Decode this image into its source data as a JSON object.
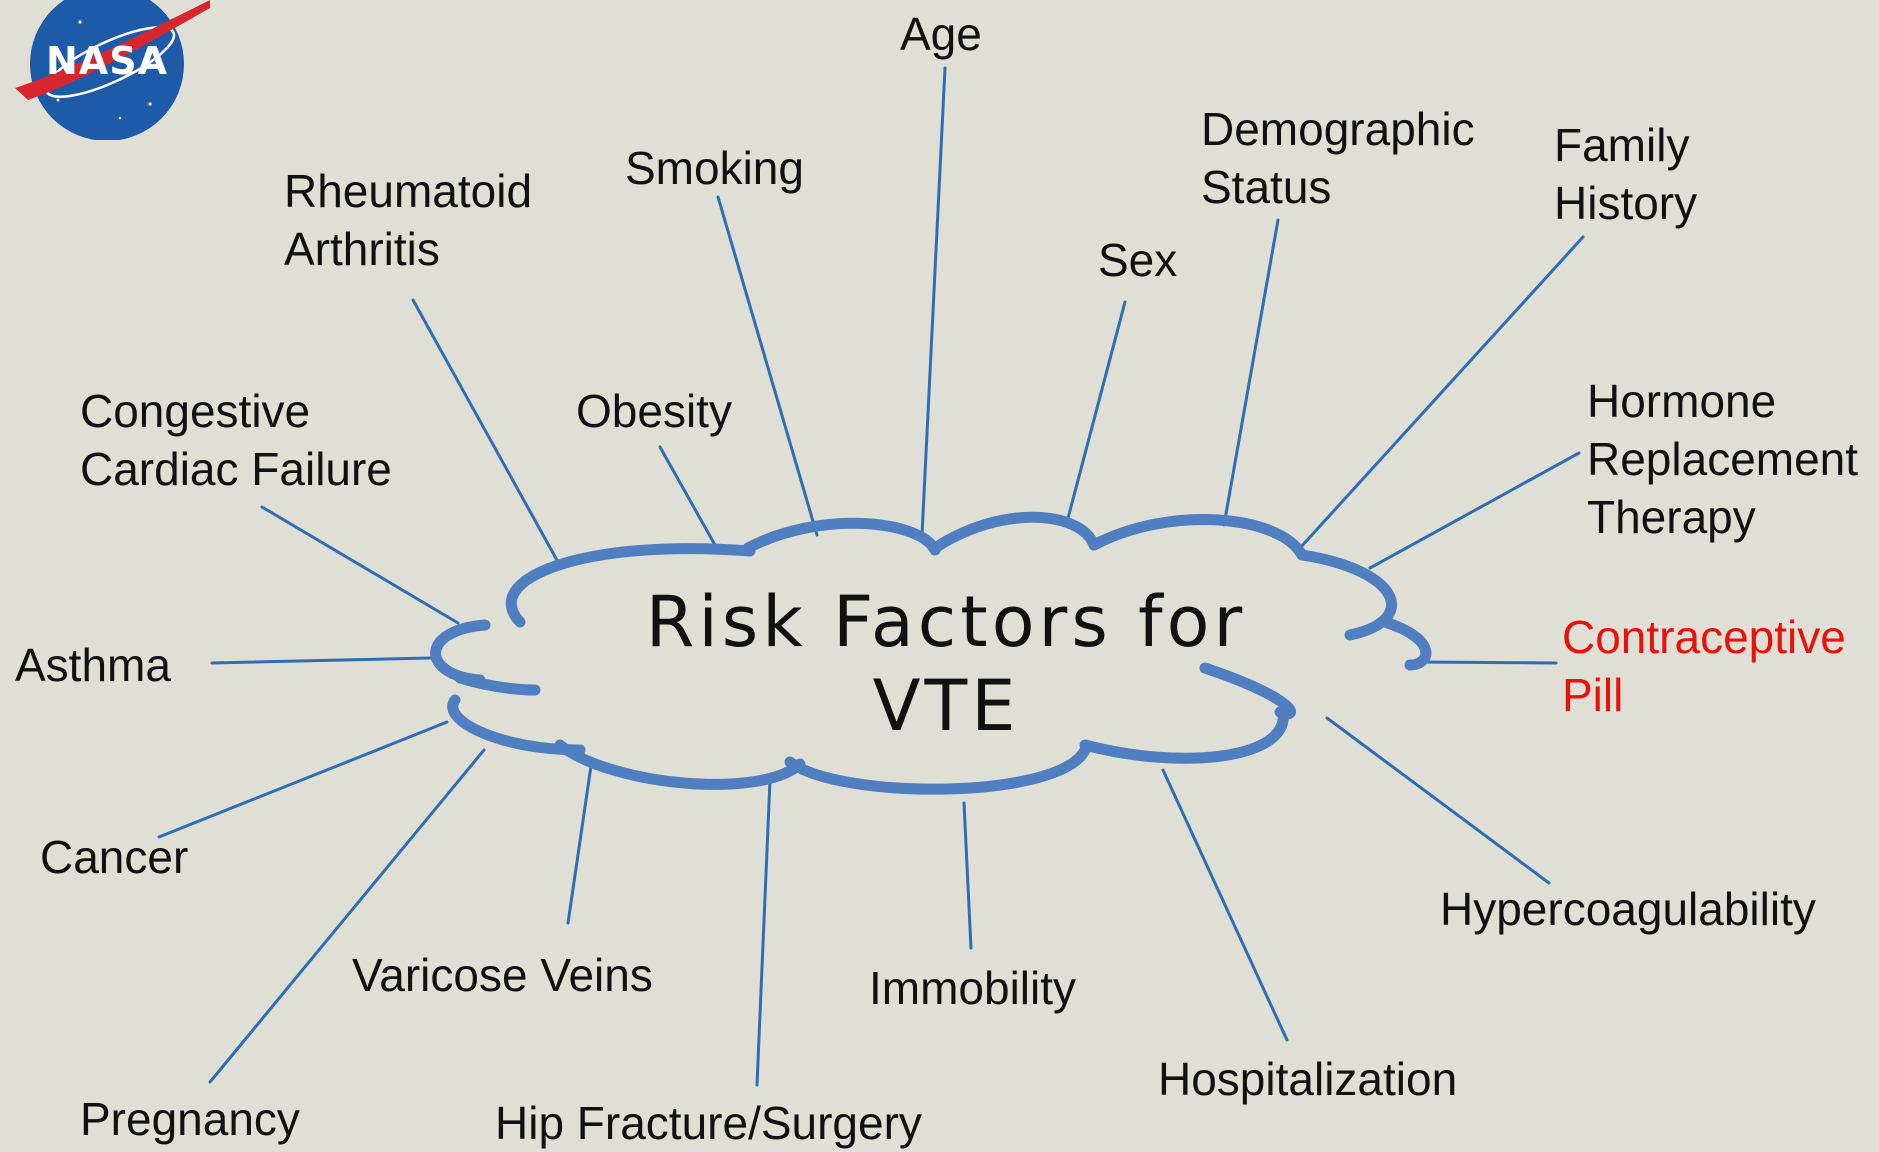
{
  "logo": {
    "text": "NASA",
    "color_blue": "#1d5ba8",
    "color_red": "#d8262d"
  },
  "diagram": {
    "title": "Risk Factors for\nVTE",
    "cloud_color": "#4f7fc1",
    "line_color": "#2f6db5",
    "highlight_color": "#e8120c",
    "factors": [
      {
        "id": "age",
        "text": "Age"
      },
      {
        "id": "smoking",
        "text": "Smoking"
      },
      {
        "id": "rheumatoid-arthritis",
        "text": "Rheumatoid\nArthritis"
      },
      {
        "id": "demographic-status",
        "text": "Demographic\nStatus"
      },
      {
        "id": "family-history",
        "text": "Family\nHistory"
      },
      {
        "id": "sex",
        "text": "Sex"
      },
      {
        "id": "congestive-cardiac-failure",
        "text": "Congestive\nCardiac Failure"
      },
      {
        "id": "obesity",
        "text": "Obesity"
      },
      {
        "id": "hormone-replacement-therapy",
        "text": "Hormone\nReplacement\nTherapy"
      },
      {
        "id": "asthma",
        "text": "Asthma"
      },
      {
        "id": "contraceptive-pill",
        "text": "Contraceptive\nPill",
        "highlight": true
      },
      {
        "id": "cancer",
        "text": "Cancer"
      },
      {
        "id": "hypercoagulability",
        "text": "Hypercoagulability"
      },
      {
        "id": "varicose-veins",
        "text": "Varicose Veins"
      },
      {
        "id": "immobility",
        "text": "Immobility"
      },
      {
        "id": "hospitalization",
        "text": "Hospitalization"
      },
      {
        "id": "pregnancy",
        "text": "Pregnancy"
      },
      {
        "id": "hip-fracture-surgery",
        "text": "Hip Fracture/Surgery"
      }
    ]
  }
}
